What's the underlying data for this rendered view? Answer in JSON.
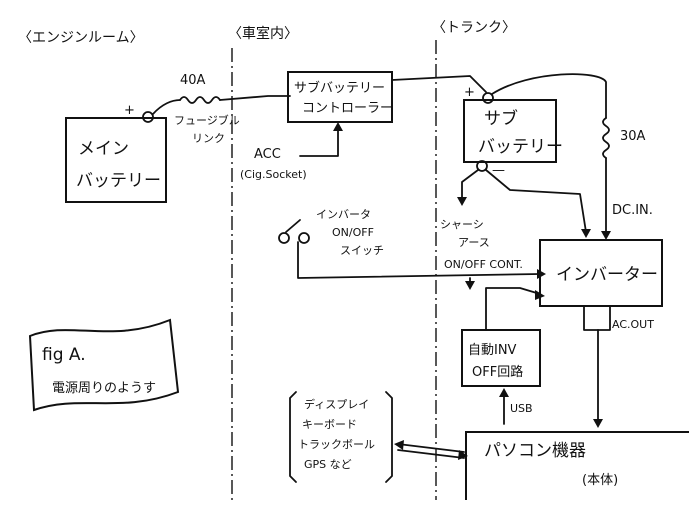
{
  "sections": {
    "engine_room": "〈エンジンルーム〉",
    "cabin": "〈車室内〉",
    "trunk": "〈トランク〉"
  },
  "components": {
    "main_battery": [
      "メイン",
      "バッテリー"
    ],
    "fusible_link": [
      "フュージブル",
      "リンク"
    ],
    "fuse_40a": "40A",
    "sub_battery_controller": [
      "サブバッテリー",
      "コントローラー"
    ],
    "acc": [
      "ACC",
      "(Cig.Socket)"
    ],
    "sub_battery": [
      "サブ",
      "バッテリー"
    ],
    "fuse_30a": "30A",
    "chassis_ground": [
      "シャーシ",
      "アース"
    ],
    "inverter_switch": [
      "インバータ",
      "ON/OFF",
      "スイッチ"
    ],
    "dc_in": "DC.IN.",
    "on_off_cont": "ON/OFF CONT.",
    "inverter": "インバーター",
    "ac_out": "AC.OUT",
    "auto_inv_off": [
      "自動INV",
      "OFF回路"
    ],
    "usb": "USB",
    "pc": [
      "パソコン機器",
      "(本体)"
    ],
    "peripherals": [
      "ディスプレイ",
      "キーボード",
      "トラックボール",
      "GPS など"
    ]
  },
  "note": {
    "fig": "fig A.",
    "caption": "電源周りのようす"
  },
  "polarity": {
    "plus": "+",
    "minus": "—"
  }
}
